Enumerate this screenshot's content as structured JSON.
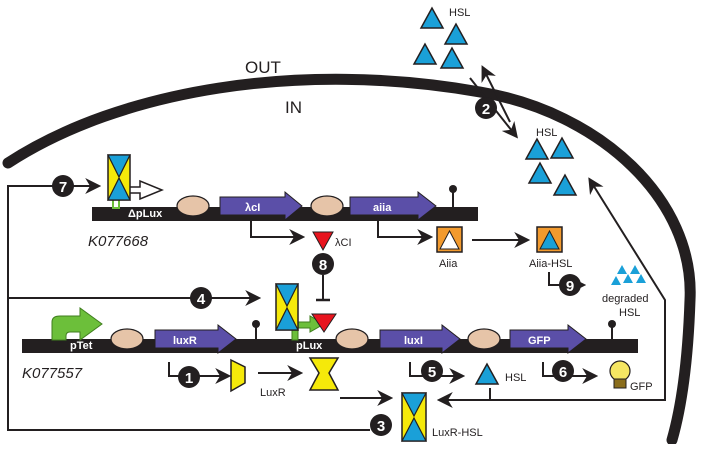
{
  "compartments": {
    "outside": "OUT",
    "inside": "IN"
  },
  "constructs": {
    "top_id": "K077668",
    "bottom_id": "K077557"
  },
  "parts": {
    "dplux": "ΔpLux",
    "lambda_ci_gene": "λcI",
    "aiia_gene": "aiia",
    "ptet": "pTet",
    "luxr_gene": "luxR",
    "plux": "pLux",
    "luxi_gene": "luxI",
    "gfp_gene": "GFP"
  },
  "molecules": {
    "hsl_outside": "HSL",
    "hsl_inside": "HSL",
    "lambda_ci": "λCI",
    "aiia": "Aiia",
    "aiia_hsl": "Aiia-HSL",
    "degraded_hsl_line1": "degraded",
    "degraded_hsl_line2": "HSL",
    "luxr": "LuxR",
    "hsl_product": "HSL",
    "gfp": "GFP",
    "luxr_hsl": "LuxR-HSL"
  },
  "steps": [
    "1",
    "2",
    "3",
    "4",
    "5",
    "6",
    "7",
    "8",
    "9"
  ],
  "colors": {
    "gene": "#5b4fa8",
    "rbs": "#e6c4a8",
    "hsl": "#1aa0d8",
    "luxr": "#f5e90a",
    "lambda_ci": "#e8141e",
    "aiia": "#f29a2e",
    "promoter": "#6cbf3a",
    "backbone": "#231f20",
    "bulb": "#f5e663"
  }
}
